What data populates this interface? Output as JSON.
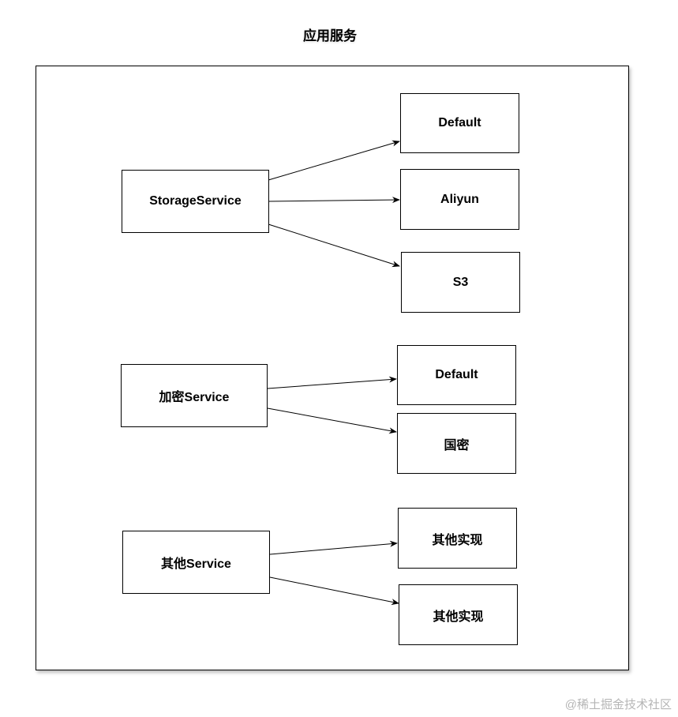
{
  "title": "应用服务",
  "services": [
    {
      "name": "StorageService",
      "implementations": [
        "Default",
        "Aliyun",
        "S3"
      ]
    },
    {
      "name": "加密Service",
      "implementations": [
        "Default",
        "国密"
      ]
    },
    {
      "name": "其他Service",
      "implementations": [
        "其他实现",
        "其他实现"
      ]
    }
  ],
  "watermark": "@稀土掘金技术社区"
}
